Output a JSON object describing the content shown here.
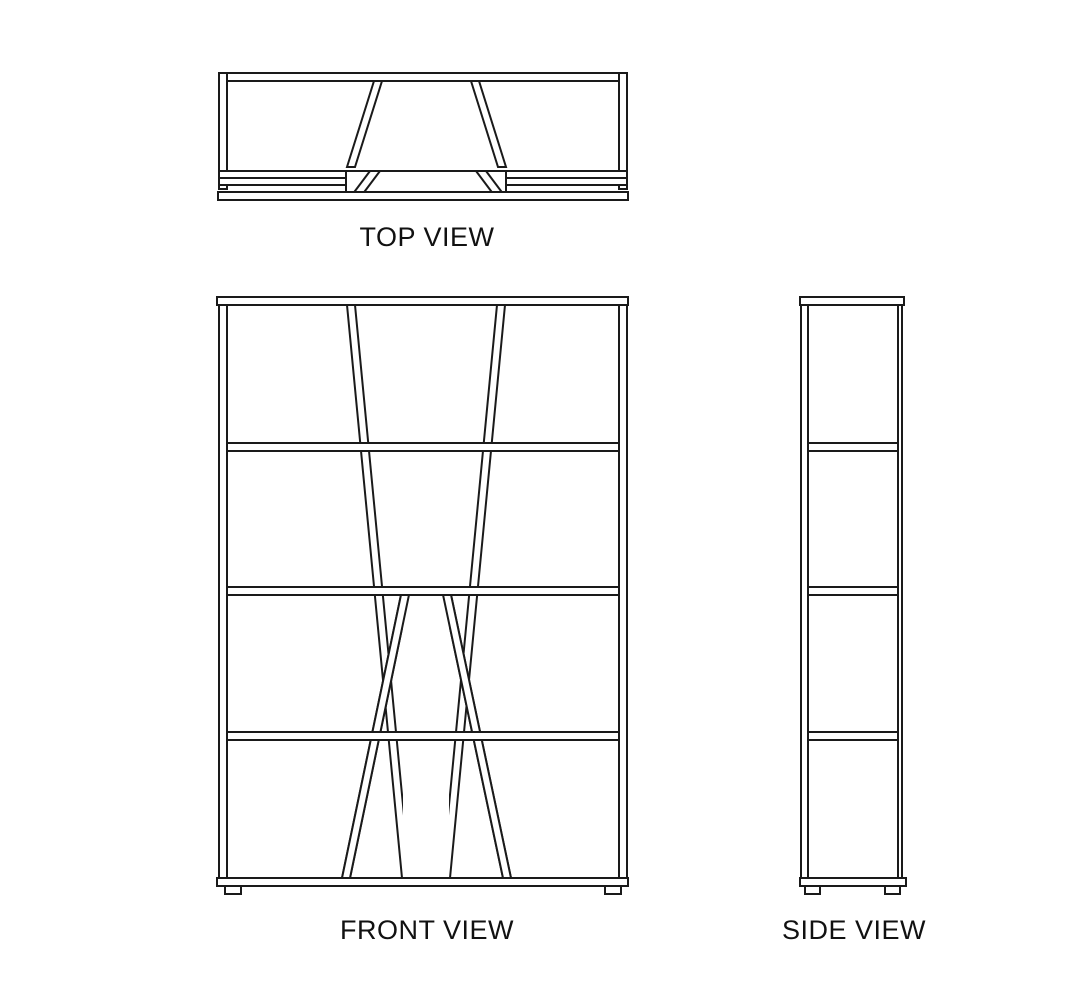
{
  "labels": {
    "top_view": "TOP VIEW",
    "front_view": "FRONT VIEW",
    "side_view": "SIDE VIEW"
  },
  "colors": {
    "line": "#1a1a1a",
    "background": "#ffffff",
    "text": "#111111"
  }
}
